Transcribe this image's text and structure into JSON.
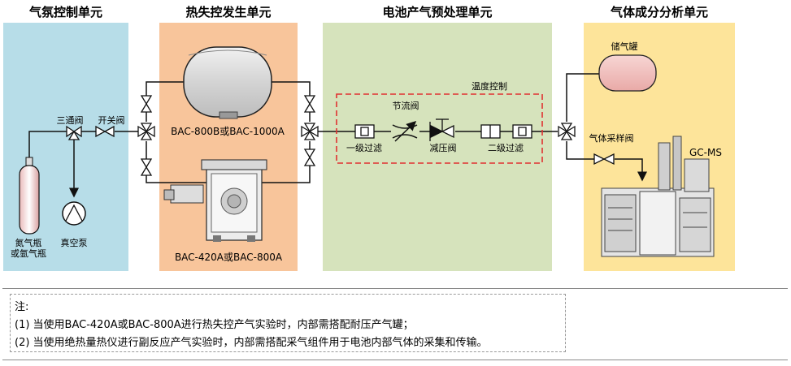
{
  "sections": [
    {
      "title": "气氛控制单元",
      "color": "#b7dde8"
    },
    {
      "title": "热失控发生单元",
      "color": "#f8c59b"
    },
    {
      "title": "电池产气预处理单元",
      "color": "#d6e3bc"
    },
    {
      "title": "气体成分分析单元",
      "color": "#fde49a"
    }
  ],
  "labels": {
    "three_way_valve": "三通阀",
    "switch_valve": "开关阀",
    "gas_cylinder": "氮气瓶\n或氩气瓶",
    "vacuum_pump": "真空泵",
    "calorimeter_large": "BAC-800B或BAC-1000A",
    "calorimeter_small": "BAC-420A或BAC-800A",
    "temp_control": "温度控制",
    "throttle_valve": "节流阀",
    "filter_1": "一级过滤",
    "pressure_reducer": "减压阀",
    "filter_2": "二级过滤",
    "storage_tank": "储气罐",
    "sampling_valve": "气体采样阀",
    "gcms": "GC-MS"
  },
  "notes": {
    "title": "注:",
    "items": [
      "(1) 当使用BAC-420A或BAC-800A进行热失控产气实验时，内部需搭配耐压产气罐；",
      "(2) 当使用绝热量热仪进行副反应产气实验时，内部需搭配采气组件用于电池内部气体的采集和传输。"
    ]
  },
  "colors": {
    "line": "#111111",
    "dashed_box": "#e03030",
    "tank_fill": "#f2c6c4",
    "calorimeter_fill": "#dedede"
  }
}
